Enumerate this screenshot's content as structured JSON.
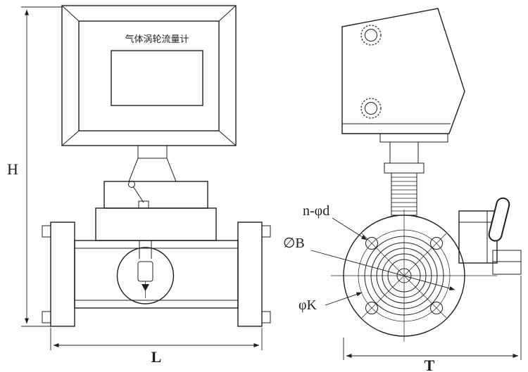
{
  "drawing": {
    "title_label": "气体涡轮流量计",
    "dimensions": {
      "height": "H",
      "length": "L",
      "width": "T"
    },
    "annotations": {
      "bolt_holes": "n-φd",
      "body_diameter": "∅B",
      "bolt_circle": "φK"
    },
    "colors": {
      "line": "#1f1f1f",
      "background": "#ffffff"
    }
  }
}
